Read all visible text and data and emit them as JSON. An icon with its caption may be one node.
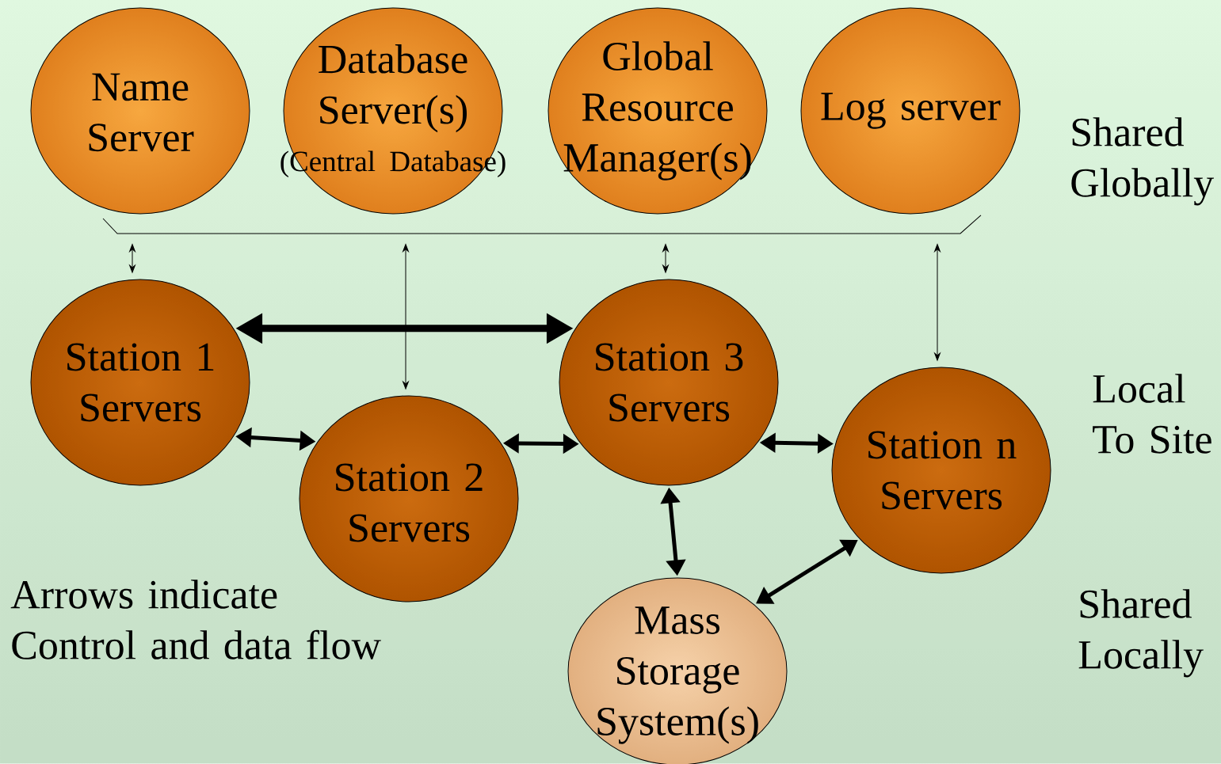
{
  "diagram": {
    "nodes": [
      {
        "text": [
          "Name Server"
        ]
      },
      {
        "text": [
          "Database Server(s)",
          "(Central Database)"
        ]
      },
      {
        "text": [
          "Global Resource Manager(s)"
        ]
      },
      {
        "text": [
          "Log server"
        ]
      },
      {
        "text": [],
        "shape": "bar"
      },
      {
        "text": [
          "Station 1 Servers"
        ]
      },
      {
        "text": [
          "Station 2 Servers"
        ]
      },
      {
        "text": [
          "Station 3 Servers"
        ]
      },
      {
        "text": [
          "Station n Servers"
        ]
      },
      {
        "text": [
          "Mass Storage System(s)"
        ]
      }
    ],
    "edges": [
      {
        "from": 4,
        "to": 5,
        "arrow": "both"
      },
      {
        "from": 4,
        "to": 6,
        "arrow": "both"
      },
      {
        "from": 4,
        "to": 7,
        "arrow": "both"
      },
      {
        "from": 4,
        "to": 8,
        "arrow": "both"
      },
      {
        "from": 5,
        "to": 7,
        "arrow": "both",
        "style": "thick"
      },
      {
        "from": 5,
        "to": 6,
        "arrow": "both"
      },
      {
        "from": 6,
        "to": 7,
        "arrow": "both"
      },
      {
        "from": 7,
        "to": 8,
        "arrow": "both"
      },
      {
        "from": 7,
        "to": 9,
        "arrow": "both"
      },
      {
        "from": 8,
        "to": 9,
        "arrow": "both"
      }
    ],
    "labels": [
      "Shared Globally",
      "Local To Site",
      "Shared Locally",
      "Arrows indicate Control and data flow"
    ]
  }
}
